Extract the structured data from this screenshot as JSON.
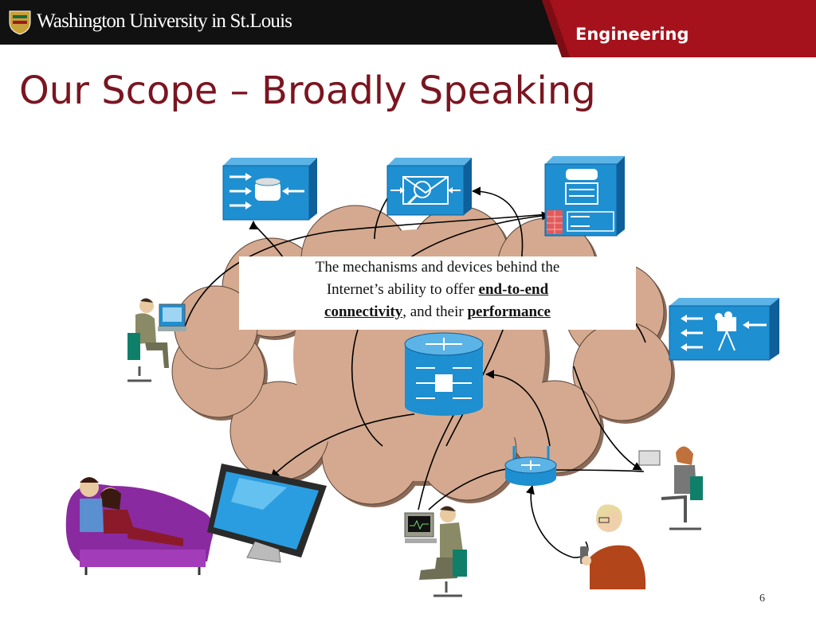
{
  "header": {
    "university": "Washington University in St.Louis",
    "department": "Engineering",
    "colors": {
      "bar": "#111111",
      "accent": "#a5121c",
      "title": "#7a1520"
    }
  },
  "slide": {
    "title": "Our Scope – Broadly Speaking",
    "caption": {
      "text_1": "The mechanisms  and devices behind the",
      "text_2": "Internet’s ability to offer ",
      "bold_1": "end-to-end",
      "bold_2": "connectivity",
      "text_3": ", and their ",
      "bold_3": "performance"
    },
    "page_number": "6"
  },
  "icons": [
    "storage-server-icon",
    "mail-server-icon",
    "voip-gateway-icon",
    "video-server-icon",
    "router-icon",
    "wireless-router-icon",
    "computer-user-icon",
    "laptop-user-icon",
    "family-couch-icon",
    "tv-monitor-icon",
    "phone-user-icon"
  ],
  "colors": {
    "cloud": "#d4a98f",
    "device": "#1e8fd0",
    "device_dark": "#0e5f9a"
  }
}
